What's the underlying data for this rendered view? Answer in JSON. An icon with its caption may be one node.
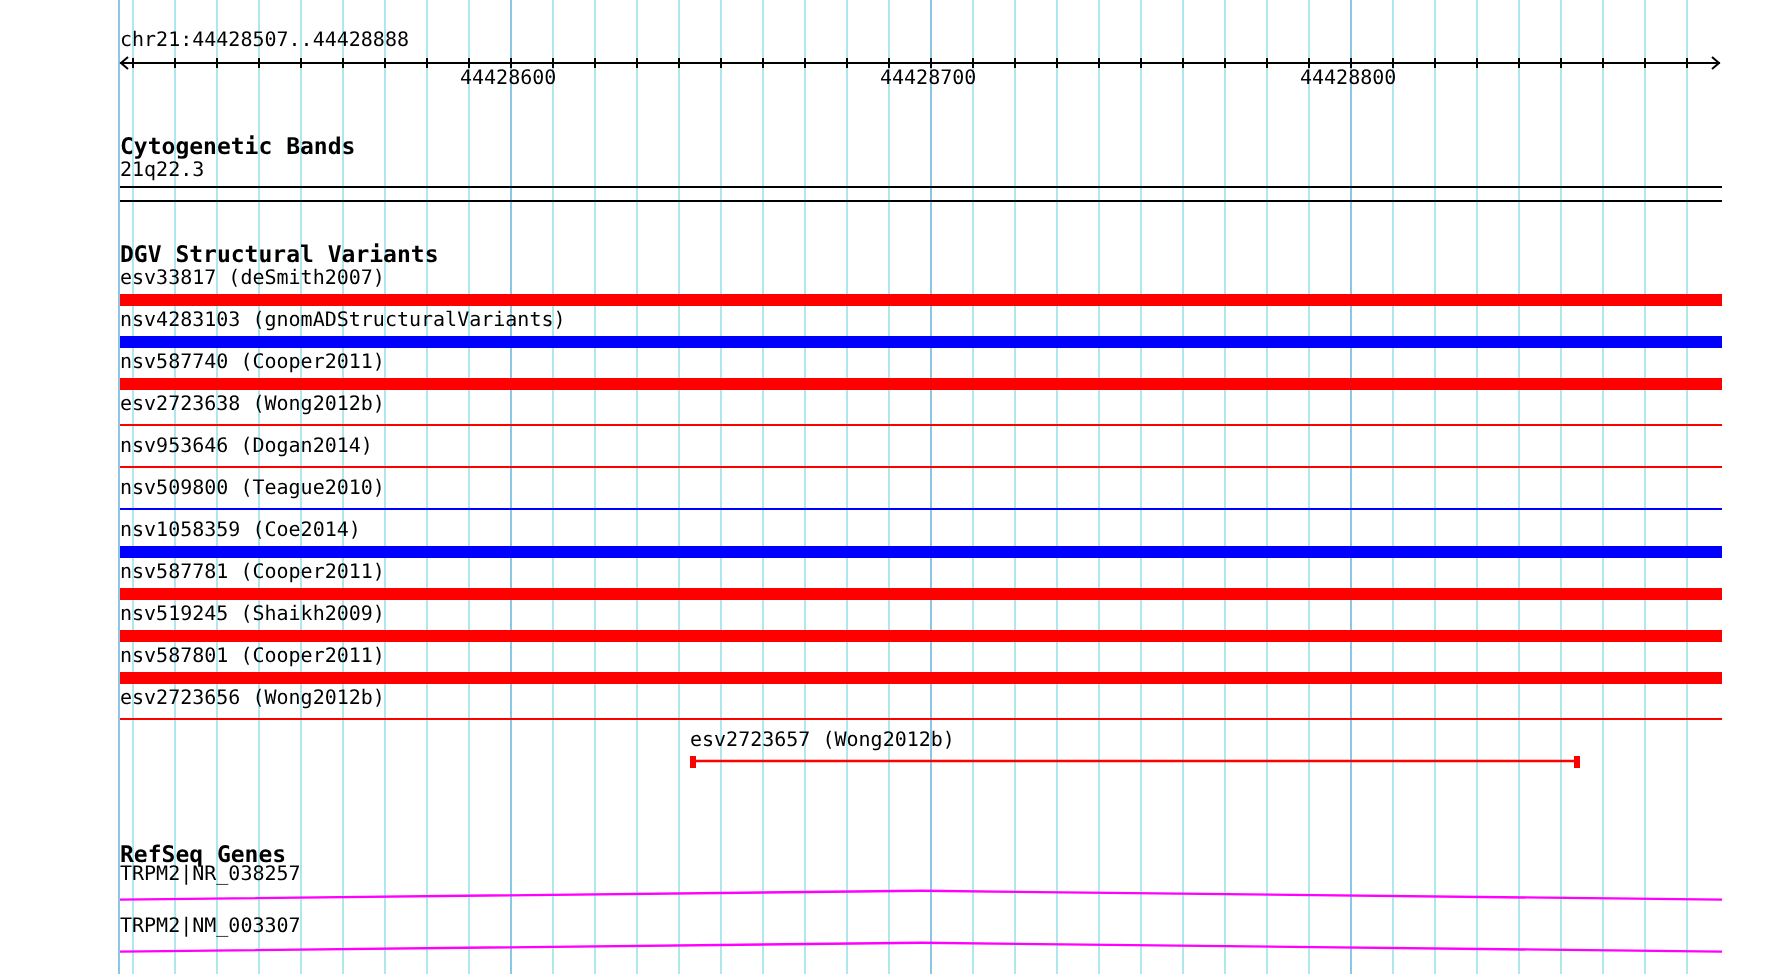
{
  "diagram": {
    "nodes": [
      {
        "text": [
          "21q22.3"
        ]
      },
      {
        "text": [
          "esv33817 (deSmith2007)"
        ]
      },
      {
        "text": [
          "nsv4283103 (gnomADStructuralVariants)"
        ]
      },
      {
        "text": [
          "nsv587740 (Cooper2011)"
        ]
      },
      {
        "text": [
          "esv2723638 (Wong2012b)"
        ]
      },
      {
        "text": [
          "nsv953646 (Dogan2014)"
        ]
      },
      {
        "text": [
          "nsv509800 (Teague2010)"
        ]
      },
      {
        "text": [
          "nsv1058359 (Coe2014)"
        ]
      },
      {
        "text": [
          "nsv587781 (Cooper2011)"
        ]
      },
      {
        "text": [
          "nsv519245 (Shaikh2009)"
        ]
      },
      {
        "text": [
          "nsv587801 (Cooper2011)"
        ]
      },
      {
        "text": [
          "esv2723656 (Wong2012b)"
        ]
      },
      {
        "text": [
          "esv2723657 (Wong2012b)"
        ]
      },
      {
        "text": [
          "TRPM2|NR_038257"
        ]
      },
      {
        "text": [
          "TRPM2|NM_003307"
        ]
      }
    ],
    "labels": [
      "chr21:44428507..44428888",
      "44428600",
      "44428700",
      "44428800",
      "Cytogenetic Bands",
      "DGV Structural Variants",
      "RefSeq Genes"
    ]
  }
}
